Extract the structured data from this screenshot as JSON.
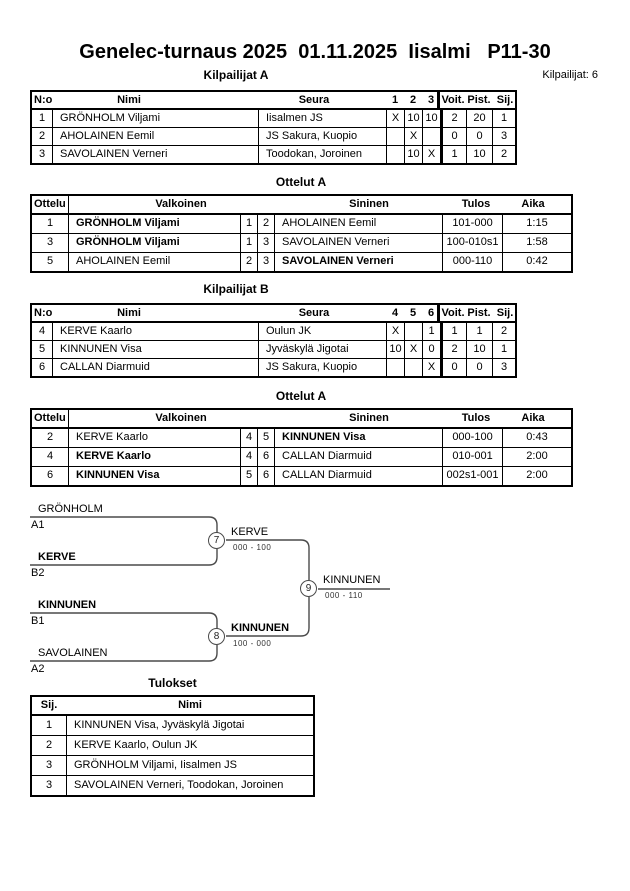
{
  "page": {
    "title": "Genelec-turnaus 2025  01.11.2025  Iisalmi   P11-30",
    "competitors_total": "Kilpailijat: 6"
  },
  "groupA": {
    "heading": "Kilpailijat A",
    "competitors": {
      "col_no": "N:o",
      "col_name": "Nimi",
      "col_club": "Seura",
      "col_m1": "1",
      "col_m2": "2",
      "col_m3": "3",
      "col_wins": "Voit.",
      "col_points": "Pist.",
      "col_place": "Sij.",
      "rows": [
        {
          "no": "1",
          "name": "GRÖNHOLM Viljami",
          "club": "Iisalmen JS",
          "m1": "X",
          "m2": "10",
          "m3": "10",
          "wins": "2",
          "points": "20",
          "place": "1"
        },
        {
          "no": "2",
          "name": "AHOLAINEN Eemil",
          "club": "JS Sakura, Kuopio",
          "m1": "",
          "m2": "X",
          "m3": "",
          "wins": "0",
          "points": "0",
          "place": "3"
        },
        {
          "no": "3",
          "name": "SAVOLAINEN Verneri",
          "club": "Toodokan, Joroinen",
          "m1": "",
          "m2": "10",
          "m3": "X",
          "wins": "1",
          "points": "10",
          "place": "2"
        }
      ]
    },
    "matches": {
      "heading": "Ottelut A",
      "col_match": "Ottelu",
      "col_white": "Valkoinen",
      "col_blue": "Sininen",
      "col_result": "Tulos",
      "col_time": "Aika",
      "rows": [
        {
          "match": "1",
          "white": "GRÖNHOLM Viljami",
          "white_no": "1",
          "blue_no": "2",
          "blue": "AHOLAINEN Eemil",
          "result": "101-000",
          "time": "1:15",
          "winner": "white"
        },
        {
          "match": "3",
          "white": "GRÖNHOLM Viljami",
          "white_no": "1",
          "blue_no": "3",
          "blue": "SAVOLAINEN Verneri",
          "result": "100-010s1",
          "time": "1:58",
          "winner": "white"
        },
        {
          "match": "5",
          "white": "AHOLAINEN Eemil",
          "white_no": "2",
          "blue_no": "3",
          "blue": "SAVOLAINEN Verneri",
          "result": "000-110",
          "time": "0:42",
          "winner": "blue"
        }
      ]
    }
  },
  "groupB": {
    "heading": "Kilpailijat B",
    "competitors": {
      "col_no": "N:o",
      "col_name": "Nimi",
      "col_club": "Seura",
      "col_m1": "4",
      "col_m2": "5",
      "col_m3": "6",
      "col_wins": "Voit.",
      "col_points": "Pist.",
      "col_place": "Sij.",
      "rows": [
        {
          "no": "4",
          "name": "KERVE Kaarlo",
          "club": "Oulun JK",
          "m1": "X",
          "m2": "",
          "m3": "1",
          "wins": "1",
          "points": "1",
          "place": "2"
        },
        {
          "no": "5",
          "name": "KINNUNEN Visa",
          "club": "Jyväskylä Jigotai",
          "m1": "10",
          "m2": "X",
          "m3": "0",
          "wins": "2",
          "points": "10",
          "place": "1"
        },
        {
          "no": "6",
          "name": "CALLAN Diarmuid",
          "club": "JS Sakura, Kuopio",
          "m1": "",
          "m2": "",
          "m3": "X",
          "wins": "0",
          "points": "0",
          "place": "3"
        }
      ]
    },
    "matches": {
      "heading": "Ottelut A",
      "col_match": "Ottelu",
      "col_white": "Valkoinen",
      "col_blue": "Sininen",
      "col_result": "Tulos",
      "col_time": "Aika",
      "rows": [
        {
          "match": "2",
          "white": "KERVE Kaarlo",
          "white_no": "4",
          "blue_no": "5",
          "blue": "KINNUNEN Visa",
          "result": "000-100",
          "time": "0:43",
          "winner": "blue"
        },
        {
          "match": "4",
          "white": "KERVE Kaarlo",
          "white_no": "4",
          "blue_no": "6",
          "blue": "CALLAN Diarmuid",
          "result": "010-001",
          "time": "2:00",
          "winner": "white"
        },
        {
          "match": "6",
          "white": "KINNUNEN Visa",
          "white_no": "5",
          "blue_no": "6",
          "blue": "CALLAN Diarmuid",
          "result": "002s1-001",
          "time": "2:00",
          "winner": "white"
        }
      ]
    }
  },
  "bracket": {
    "semi1": {
      "top_name": "GRÖNHOLM",
      "top_seed": "A1",
      "bottom_name": "KERVE",
      "bottom_seed": "B2",
      "match_no": "7",
      "winner": "KERVE",
      "score": "000 - 100"
    },
    "semi2": {
      "top_name": "KINNUNEN",
      "top_seed": "B1",
      "bottom_name": "SAVOLAINEN",
      "bottom_seed": "A2",
      "match_no": "8",
      "winner": "KINNUNEN",
      "score": "100 - 000"
    },
    "final": {
      "match_no": "9",
      "winner": "KINNUNEN",
      "score": "000 - 110"
    }
  },
  "results": {
    "heading": "Tulokset",
    "col_place": "Sij.",
    "col_name": "Nimi",
    "rows": [
      {
        "place": "1",
        "name": "KINNUNEN Visa, Jyväskylä Jigotai"
      },
      {
        "place": "2",
        "name": "KERVE Kaarlo, Oulun JK"
      },
      {
        "place": "3",
        "name": "GRÖNHOLM Viljami, Iisalmen JS"
      },
      {
        "place": "3",
        "name": "SAVOLAINEN Verneri, Toodokan, Joroinen"
      }
    ]
  },
  "colors": {
    "table_border": "#000000",
    "bracket_line": "#4a4a4a",
    "score_text": "#333333"
  }
}
